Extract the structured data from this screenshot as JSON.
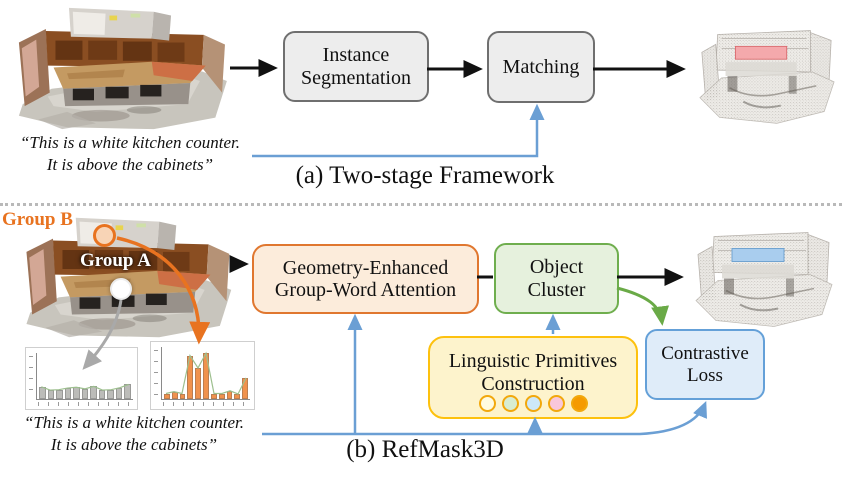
{
  "figure": {
    "panel_a": {
      "caption": "(a) Two-stage Framework",
      "quote": {
        "line1": "“This is a white kitchen counter.",
        "line2": "It is above the cabinets”"
      },
      "instance_segmentation": {
        "line1": "Instance",
        "line2": "Segmentation"
      },
      "matching": {
        "label": "Matching"
      },
      "output_highlight_color": "#f4a9ac"
    },
    "panel_b": {
      "caption": "(b) RefMask3D",
      "group_b_label": "Group B",
      "group_a_label": "Group A",
      "quote": {
        "line1": "“This is a white kitchen counter.",
        "line2": "It is above the cabinets”"
      },
      "geometry_attention": {
        "line1": "Geometry-Enhanced",
        "line2": "Group-Word Attention"
      },
      "object_cluster": {
        "line1": "Object",
        "line2": "Cluster"
      },
      "linguistic_primitives": {
        "line1": "Linguistic Primitives",
        "line2": "Construction",
        "circle_colors": [
          "#fffbe0",
          "#d8edd2",
          "#cde8f8",
          "#f9c7da",
          "#f59a00"
        ]
      },
      "contrastive_loss": {
        "line1": "Contrastive",
        "line2": "Loss"
      },
      "output_highlight_color": "#a9cdee",
      "histograms": {
        "group_a": {
          "values": [
            0.3,
            0.22,
            0.23,
            0.27,
            0.29,
            0.25,
            0.31,
            0.22,
            0.23,
            0.28,
            0.36
          ],
          "bar_color": "#bcbcb9",
          "line_color": "#9dbf8e"
        },
        "group_b": {
          "values": [
            0.12,
            0.16,
            0.12,
            0.95,
            0.68,
            1.0,
            0.12,
            0.12,
            0.18,
            0.11,
            0.46
          ],
          "bar_color": "#f0924d",
          "line_color": "#9dbf8e"
        }
      }
    },
    "connector_colors": {
      "flow_black": "#111111",
      "language_blue": "#6b9fd4",
      "cluster_green": "#6aaa47",
      "group_b_orange": "#e87320",
      "group_a_gray": "#a9a9a9"
    }
  }
}
